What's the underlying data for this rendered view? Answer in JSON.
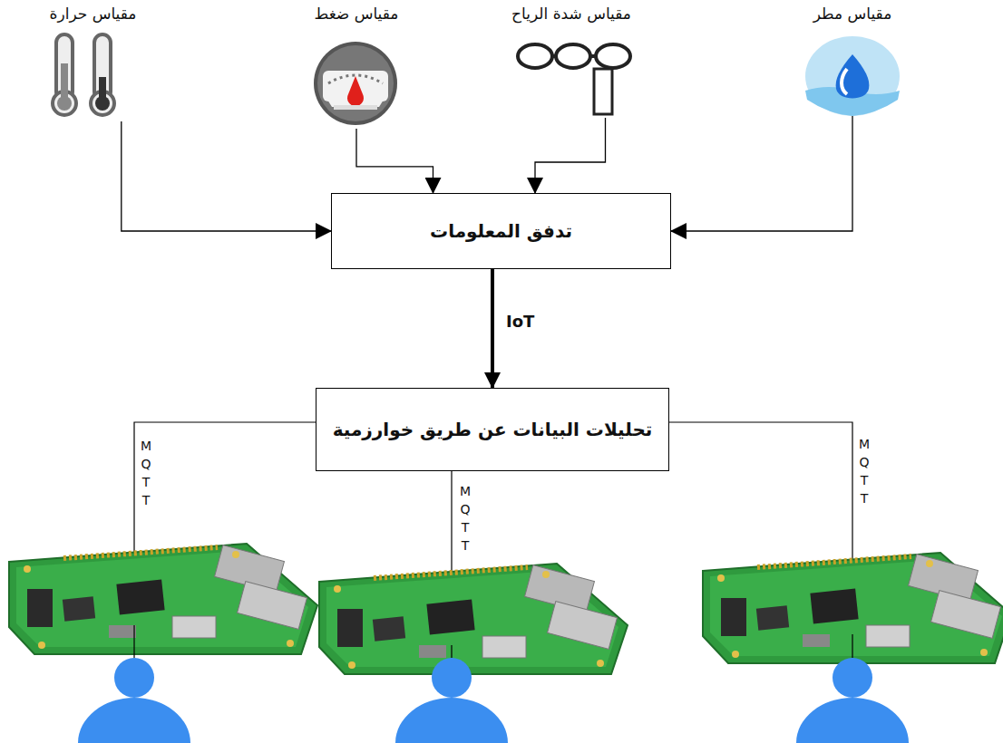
{
  "diagram": {
    "nodes": [
      {
        "text": [
          "مقياس حرارة"
        ]
      },
      {
        "text": [
          "مقياس ضغط"
        ]
      },
      {
        "text": [
          "مقياس شدة الرياح"
        ]
      },
      {
        "text": [
          "مقياس مطر"
        ]
      },
      {
        "text": [
          "تدفق المعلومات"
        ]
      },
      {
        "text": [
          "تحليلات البيانات عن طريق خوارزمية"
        ]
      }
    ],
    "edges": [
      {
        "from": 0,
        "to": 4,
        "arrow": "to"
      },
      {
        "from": 1,
        "to": 4,
        "arrow": "to"
      },
      {
        "from": 2,
        "to": 4,
        "arrow": "to"
      },
      {
        "from": 3,
        "to": 4,
        "arrow": "to"
      },
      {
        "from": 4,
        "to": 5,
        "label": "IoT",
        "arrow": "to"
      }
    ],
    "labels": [
      "MQTT",
      "MQTT",
      "MQTT"
    ]
  }
}
